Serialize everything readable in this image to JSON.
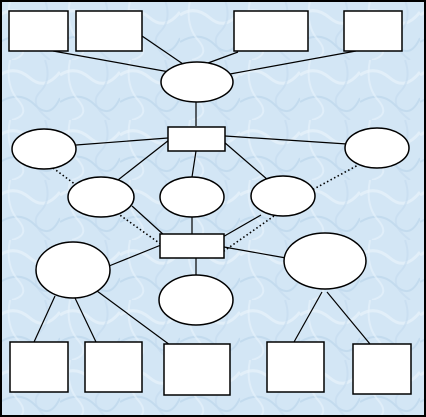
{
  "diagram": {
    "background_color": "#cfe3f3",
    "frame_color": "#000000",
    "node_fill": "#ffffff",
    "node_stroke": "#000000",
    "node_count": 20,
    "edge_count": 23,
    "dotted_edge_count": 4,
    "labels": []
  }
}
